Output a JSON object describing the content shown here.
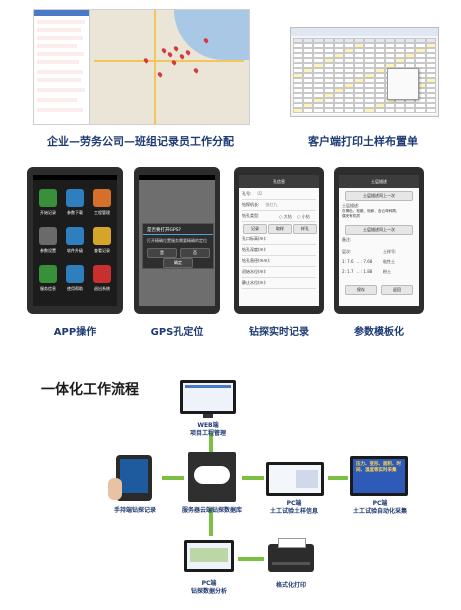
{
  "captions": {
    "web_dispatch": "企业—劳务公司—班组记录员工作分配",
    "client_print": "客户端打印土样布置单",
    "app": "APP操作",
    "gps": "GPS孔定位",
    "record": "钻探实时记录",
    "template": "参数模板化"
  },
  "app_screen": {
    "icons": [
      {
        "label": "开始记录",
        "color": "#3a8f3a"
      },
      {
        "label": "参数下载",
        "color": "#2d7fbf"
      },
      {
        "label": "工程管理",
        "color": "#d4702a"
      },
      {
        "label": "参数设置",
        "color": "#6a6a6a"
      },
      {
        "label": "软件升级",
        "color": "#2d7fbf"
      },
      {
        "label": "查看记录",
        "color": "#d4a52a"
      },
      {
        "label": "服务信息",
        "color": "#3a8f3a"
      },
      {
        "label": "使用帮助",
        "color": "#2d7fbf"
      },
      {
        "label": "退出系统",
        "color": "#c83030"
      }
    ]
  },
  "gps_screen": {
    "title": "是否要打开GPS?",
    "message": "打开精确位置服务需要精确的定位",
    "yes": "是",
    "no": "否",
    "cancel": "确定"
  },
  "record_screen": {
    "header": "孔信息",
    "rows": [
      "孔号:",
      "钻探机长:",
      "钻孔类型:",
      "孔口标高(m):",
      "钻孔深度(m):",
      "钻孔直径(mm):",
      "初始水位(m):",
      "静止水位(m):"
    ],
    "values": [
      "02",
      "张红九",
      "",
      "",
      "",
      "",
      "",
      ""
    ],
    "radio1": "○ 大钻",
    "radio2": "○ 小钻",
    "buttons": [
      "记录",
      "取样",
      "样孔"
    ]
  },
  "template_screen": {
    "header": "土层描述",
    "btn_prev": "土层描述同上一次",
    "label": "土层描述:",
    "desc": "灰褐色、松散、饱和、含云母碎屑、偶夹有机质",
    "btn_same": "土层描述同上一次",
    "label2": "备注:",
    "rows": [
      "1: 7.6",
      ".. : 7.68",
      "2: 1.7",
      ".. : 1.88"
    ],
    "sel1": "层次:",
    "sel2": "土样号:",
    "opts": [
      "粘性土",
      "粉土"
    ],
    "b1": "保存",
    "b2": "返回"
  },
  "flow": {
    "title": "一体化工作流程",
    "web_label": "WEB端",
    "web_sub": "项目工程管理",
    "handheld": "手持端钻探记录",
    "server": "服务器云端钻探数据库",
    "pc_soil_label": "PC端",
    "pc_soil_sub": "土工试验土样信息",
    "pc_auto_label": "PC端",
    "pc_auto_sub": "土工试验自动化采集",
    "pc_analysis_label": "PC端",
    "pc_analysis_sub": "钻探数据分析",
    "print": "格式化打印",
    "auto_screen_text": "压力、变形、面积、时间、温度等实时采集"
  }
}
